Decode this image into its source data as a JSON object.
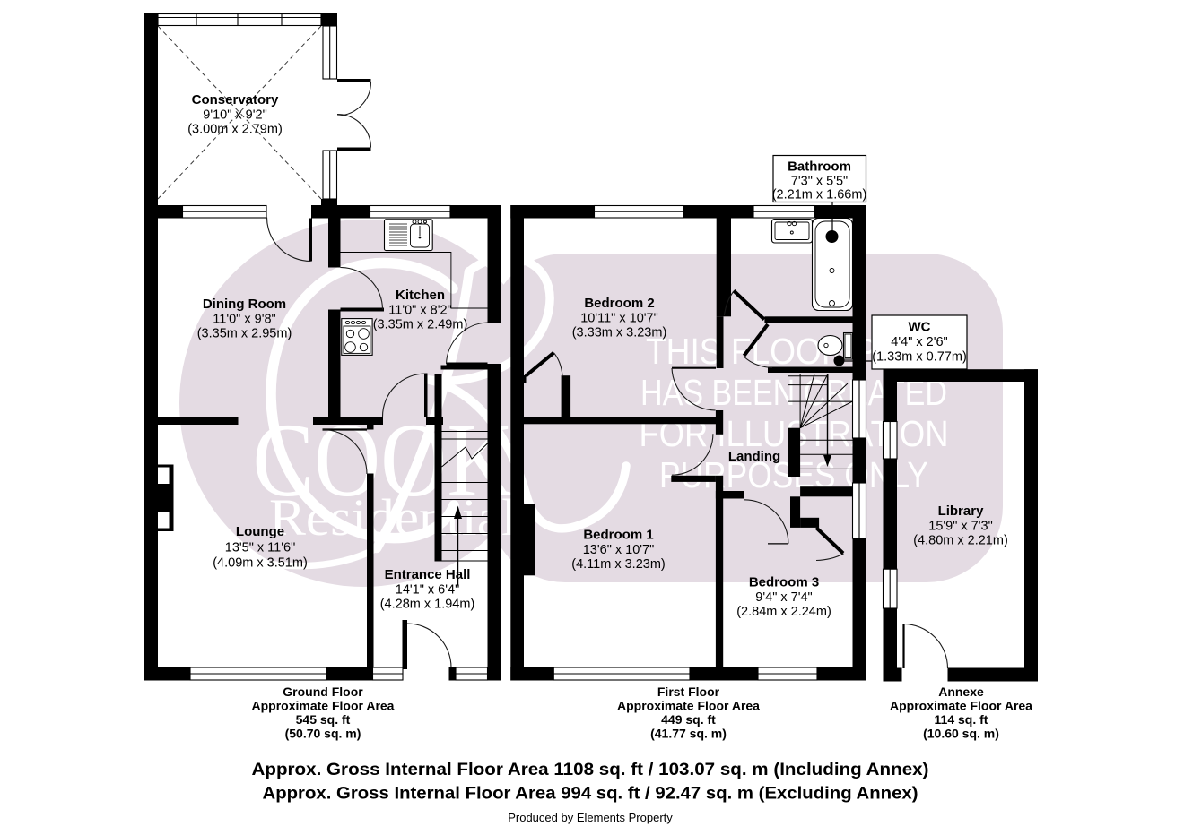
{
  "watermark": {
    "monogram": "CR",
    "brand_top": "COOK",
    "brand_bottom": "Residential",
    "notice_lines": [
      "THIS FLOOR PLAN",
      "HAS BEEN CREATED",
      "FOR ILLUSTRATION",
      "PURPOSES ONLY"
    ],
    "color": "#e4dbe3"
  },
  "rooms": [
    {
      "id": "conservatory",
      "name": "Conservatory",
      "size_ft": "9'10\" x 9'2\"",
      "size_m": "(3.00m x 2.79m)"
    },
    {
      "id": "dining-room",
      "name": "Dining Room",
      "size_ft": "11'0\" x 9'8\"",
      "size_m": "(3.35m x 2.95m)"
    },
    {
      "id": "kitchen",
      "name": "Kitchen",
      "size_ft": "11'0\" x 8'2\"",
      "size_m": "(3.35m x 2.49m)"
    },
    {
      "id": "lounge",
      "name": "Lounge",
      "size_ft": "13'5\" x 11'6\"",
      "size_m": "(4.09m x 3.51m)"
    },
    {
      "id": "entrance-hall",
      "name": "Entrance Hall",
      "size_ft": "14'1\" x 6'4\"",
      "size_m": "(4.28m x 1.94m)"
    },
    {
      "id": "bedroom-2",
      "name": "Bedroom 2",
      "size_ft": "10'11\" x 10'7\"",
      "size_m": "(3.33m x 3.23m)"
    },
    {
      "id": "bathroom",
      "name": "Bathroom",
      "size_ft": "7'3\" x 5'5\"",
      "size_m": "(2.21m x 1.66m)"
    },
    {
      "id": "wc",
      "name": "WC",
      "size_ft": "4'4\" x 2'6\"",
      "size_m": "(1.33m x 0.77m)"
    },
    {
      "id": "landing",
      "name": "Landing",
      "size_ft": "",
      "size_m": ""
    },
    {
      "id": "bedroom-1",
      "name": "Bedroom 1",
      "size_ft": "13'6\" x 10'7\"",
      "size_m": "(4.11m x 3.23m)"
    },
    {
      "id": "bedroom-3",
      "name": "Bedroom 3",
      "size_ft": "9'4\" x 7'4\"",
      "size_m": "(2.84m x 2.24m)"
    },
    {
      "id": "library",
      "name": "Library",
      "size_ft": "15'9\" x 7'3\"",
      "size_m": "(4.80m x 2.21m)"
    }
  ],
  "floors": [
    {
      "id": "ground-floor",
      "name": "Ground Floor",
      "line2": "Approximate Floor Area",
      "area_ft": "545 sq. ft",
      "area_m": "(50.70 sq. m)"
    },
    {
      "id": "first-floor",
      "name": "First Floor",
      "line2": "Approximate Floor Area",
      "area_ft": "449 sq. ft",
      "area_m": "(41.77 sq. m)"
    },
    {
      "id": "annexe",
      "name": "Annexe",
      "line2": "Approximate Floor Area",
      "area_ft": "114 sq. ft",
      "area_m": "(10.60 sq. m)"
    }
  ],
  "summary": {
    "line1": "Approx. Gross Internal Floor Area 1108 sq. ft / 103.07 sq. m (Including Annex)",
    "line2": "Approx. Gross Internal Floor Area 994 sq. ft / 92.47 sq. m (Excluding Annex)"
  },
  "credit": "Produced by Elements Property"
}
